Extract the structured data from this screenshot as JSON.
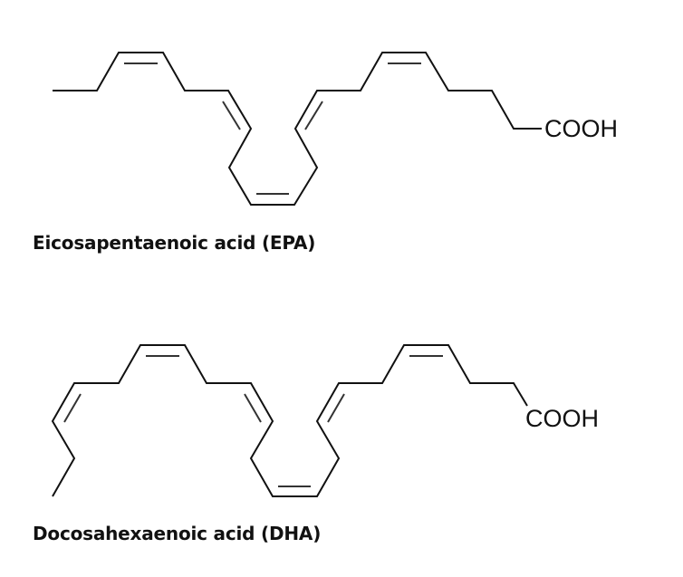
{
  "molecules": [
    {
      "name": "Eicosapentaenoic acid (EPA)",
      "functional_group": "COOH",
      "double_bond_count": 5
    },
    {
      "name": "Docosahexaenoic acid (DHA)",
      "functional_group": "COOH",
      "double_bond_count": 6
    }
  ],
  "colors": {
    "bond": "#111111",
    "background": "#ffffff"
  }
}
